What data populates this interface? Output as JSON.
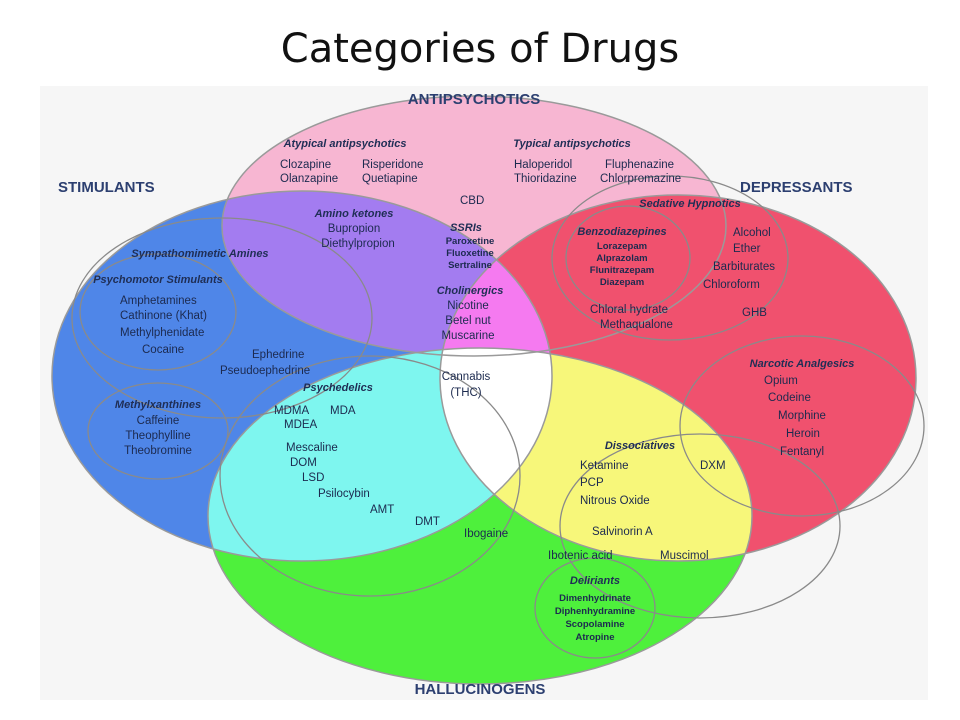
{
  "title": "Categories of Drugs",
  "colors": {
    "antipsychotics": "#f7b6d2",
    "stimulants": "#4f86e8",
    "depressants": "#f0516e",
    "hallucinogens": "#4ef03c",
    "purple_overlap": "#a37cf0",
    "magenta_overlap": "#f57af0",
    "cyan_overlap": "#7ef6ef",
    "yellow_overlap": "#f7f77a",
    "center": "#ffffff"
  },
  "categories": {
    "antipsychotics": "ANTIPSYCHOTICS",
    "stimulants": "STIMULANTS",
    "depressants": "DEPRESSANTS",
    "hallucinogens": "HALLUCINOGENS"
  },
  "subgroups": {
    "atypical": "Atypical antipsychotics",
    "typical": "Typical antipsychotics",
    "amino_ketones": "Amino ketones",
    "ssris": "SSRIs",
    "cholinergics": "Cholinergics",
    "sedative_hypnotics": "Sedative Hypnotics",
    "benzodiazepines": "Benzodiazepines",
    "sympathomimetic": "Sympathomimetic Amines",
    "psychomotor": "Psychomotor Stimulants",
    "methylxanthines": "Methylxanthines",
    "narcotic": "Narcotic Analgesics",
    "psychedelics": "Psychedelics",
    "dissociatives": "Dissociatives",
    "deliriants": "Deliriants"
  },
  "drugs": {
    "clozapine": "Clozapine",
    "risperidone": "Risperidone",
    "olanzapine": "Olanzapine",
    "quetiapine": "Quetiapine",
    "haloperidol": "Haloperidol",
    "fluphenazine": "Fluphenazine",
    "thioridazine": "Thioridazine",
    "chlorpromazine": "Chlorpromazine",
    "cbd": "CBD",
    "bupropion": "Bupropion",
    "diethylpropion": "Diethylpropion",
    "paroxetine": "Paroxetine",
    "fluoxetine": "Fluoxetine",
    "sertraline": "Sertraline",
    "nicotine": "Nicotine",
    "betel_nut": "Betel nut",
    "muscarine": "Muscarine",
    "lorazepam": "Lorazepam",
    "alprazolam": "Alprazolam",
    "flunitrazepam": "Flunitrazepam",
    "diazepam": "Diazepam",
    "alcohol": "Alcohol",
    "ether": "Ether",
    "barbiturates": "Barbiturates",
    "chloroform": "Chloroform",
    "chloral_hydrate": "Chloral hydrate",
    "methaqualone": "Methaqualone",
    "ghb": "GHB",
    "amphetamines": "Amphetamines",
    "cathinone": "Cathinone (Khat)",
    "methylphenidate": "Methylphenidate",
    "cocaine": "Cocaine",
    "ephedrine": "Ephedrine",
    "pseudoephedrine": "Pseudoephedrine",
    "caffeine": "Caffeine",
    "theophylline": "Theophylline",
    "theobromine": "Theobromine",
    "cannabis": "Cannabis",
    "thc": "(THC)",
    "mdma": "MDMA",
    "mda": "MDA",
    "mdea": "MDEA",
    "mescaline": "Mescaline",
    "dom": "DOM",
    "lsd": "LSD",
    "psilocybin": "Psilocybin",
    "amt": "AMT",
    "dmt": "DMT",
    "ibogaine": "Ibogaine",
    "opium": "Opium",
    "codeine": "Codeine",
    "morphine": "Morphine",
    "heroin": "Heroin",
    "fentanyl": "Fentanyl",
    "ketamine": "Ketamine",
    "dxm": "DXM",
    "pcp": "PCP",
    "nitrous_oxide": "Nitrous Oxide",
    "salvinorin": "Salvinorin A",
    "ibotenic_acid": "Ibotenic acid",
    "muscimol": "Muscimol",
    "dimenhydrinate": "Dimenhydrinate",
    "diphenhydramine": "Diphenhydramine",
    "scopolamine": "Scopolamine",
    "atropine": "Atropine"
  }
}
